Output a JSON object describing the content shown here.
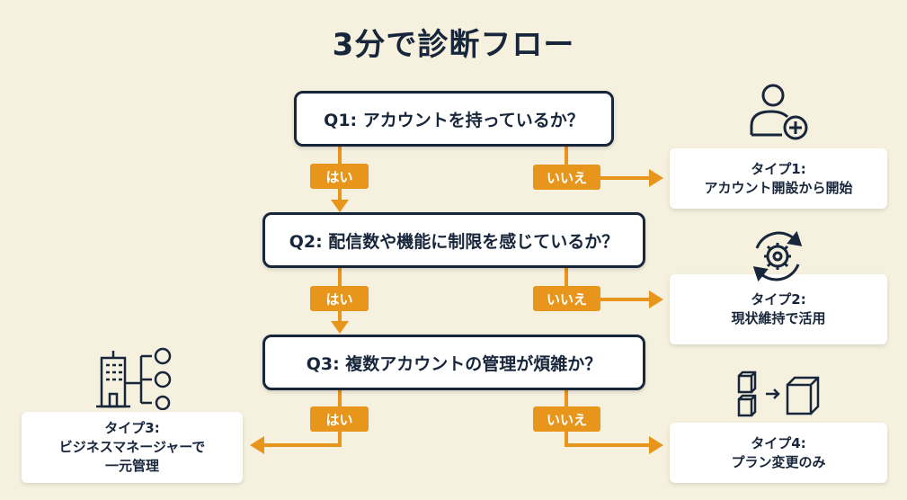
{
  "title": "3分で診断フロー",
  "colors": {
    "accent": "#e8951c",
    "text": "#17263a",
    "background": "#f6f0df"
  },
  "questions": [
    {
      "label": "Q1: アカウントを持っているか？",
      "yes": "はい",
      "no": "いいえ"
    },
    {
      "label": "Q2: 配信数や機能に制限を感じているか？",
      "yes": "はい",
      "no": "いいえ"
    },
    {
      "label": "Q3: 複数アカウントの管理が煩雑か？",
      "yes": "はい",
      "no": "いいえ"
    }
  ],
  "types": [
    {
      "name": "タイプ1:",
      "desc": [
        "アカウント開設から開始"
      ],
      "icon": "user-plus-icon"
    },
    {
      "name": "タイプ2:",
      "desc": [
        "現状維持で活用"
      ],
      "icon": "gear-cycle-icon"
    },
    {
      "name": "タイプ3:",
      "desc": [
        "ビジネスマネージャーで",
        "一元管理"
      ],
      "icon": "building-users-icon"
    },
    {
      "name": "タイプ4:",
      "desc": [
        "プラン変更のみ"
      ],
      "icon": "cubes-change-icon"
    }
  ]
}
